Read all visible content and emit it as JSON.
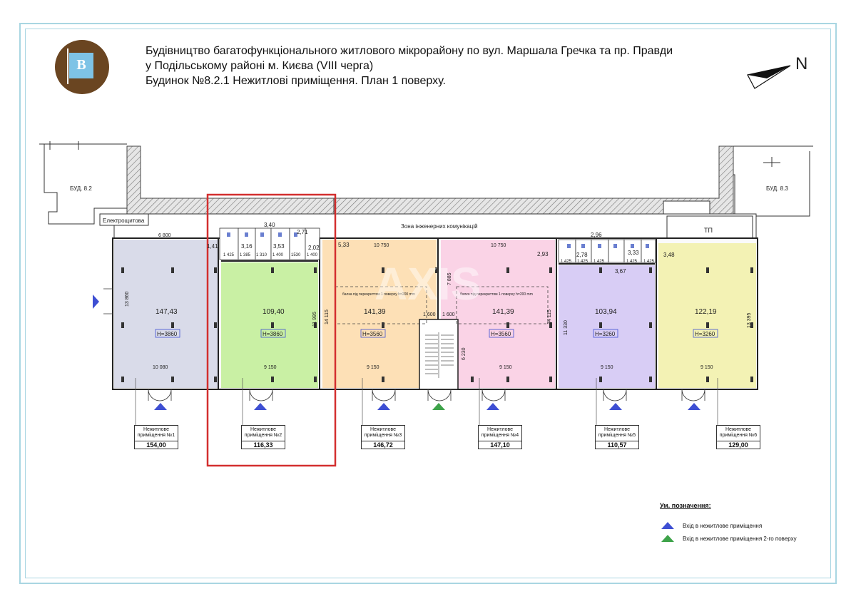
{
  "header": {
    "logo_letter": "B",
    "title_line1": "Будівництво багатофункціонального житлового мікрорайону по вул. Маршала Гречка та пр. Правди",
    "title_line2": "у Подільському районі м. Києва (VIII черга)",
    "title_line3": "Будинок №8.2.1  Нежитлові приміщення. План 1 поверху.",
    "north_label": "N"
  },
  "labels": {
    "bud_left": "БУД. 8.2",
    "bud_right": "БУД. 8.3",
    "electro": "Електрощитова",
    "zone": "Зона інженерних комунікацій",
    "tp": "ТП",
    "watermark": "AXIS",
    "beam_note": "балка під перекриттям 1 поверху h=200 mm"
  },
  "rooms": [
    {
      "area": "147,43",
      "height": "H=3860",
      "color": "#d9dbe9",
      "width_dim": "10 080",
      "depth_dim": "13 860",
      "top_dim": "6 800"
    },
    {
      "area": "109,40",
      "height": "H=3860",
      "color": "#c9f0a4",
      "width_dim": "9 150",
      "depth_dim": "11 995",
      "top_dim": "3,40"
    },
    {
      "area": "141,39",
      "height": "H=3560",
      "color": "#fde0b6",
      "width_dim": "9 150",
      "depth_dim": "14 115",
      "top_dim": "10 750"
    },
    {
      "area": "141,39",
      "height": "H=3560",
      "color": "#fad3e6",
      "width_dim": "9 150",
      "depth_dim": "14 115",
      "top_dim": "10 750"
    },
    {
      "area": "103,94",
      "height": "H=3260",
      "color": "#d8cdf5",
      "width_dim": "9 150",
      "depth_dim": "11 330",
      "top_dim": "2,96"
    },
    {
      "area": "122,19",
      "height": "H=3260",
      "color": "#f3f2b4",
      "width_dim": "9 150",
      "depth_dim": "13 395",
      "top_dim": "3,48"
    }
  ],
  "small_rooms": [
    "1,41",
    "3,16",
    "3,53",
    "2,71",
    "2,02",
    "5,33",
    "2,93",
    "2,78",
    "3,33",
    "3,67"
  ],
  "small_dims": [
    "1 425",
    "1 385",
    "1 310",
    "1 400",
    "1530",
    "1 400",
    "1 425",
    "1 425",
    "1 425",
    "1 425",
    "1 425"
  ],
  "stair_dims": [
    "1 600",
    "1 600",
    "6 230",
    "7 885"
  ],
  "units": [
    {
      "label": "Нежитлове приміщення №1",
      "area": "154,00"
    },
    {
      "label": "Нежитлове приміщення №2",
      "area": "116,33"
    },
    {
      "label": "Нежитлове приміщення №3",
      "area": "146,72"
    },
    {
      "label": "Нежитлове приміщення №4",
      "area": "147,10"
    },
    {
      "label": "Нежитлове приміщення №5",
      "area": "110,57"
    },
    {
      "label": "Нежитлове приміщення №6",
      "area": "129,00"
    }
  ],
  "legend": {
    "title": "Ум. позначення:",
    "items": [
      {
        "text": "Вхід в нежитлове приміщення",
        "color": "#3e4fd3"
      },
      {
        "text": "Вхід в нежитлове приміщення 2-го поверху",
        "color": "#3ea34a"
      }
    ]
  },
  "colors": {
    "highlight": "#d32f2f",
    "frame": "#a9d6e2",
    "entry": "#3e4fd3",
    "entry_2nd": "#3ea34a"
  }
}
